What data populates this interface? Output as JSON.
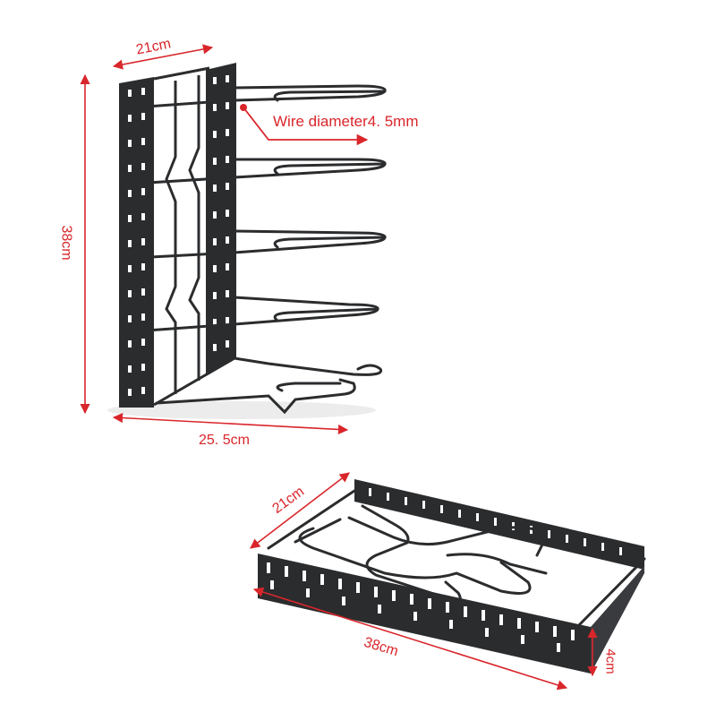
{
  "colors": {
    "annotation": "#d9262b",
    "rack": "#2b2c2e",
    "rack_highlight": "#5a5c60",
    "background": "#ffffff"
  },
  "upright_rack": {
    "width_label": "21cm",
    "height_label": "38cm",
    "depth_label": "25. 5cm",
    "wire_label": "Wire diameter4. 5mm"
  },
  "flat_rack": {
    "width_label": "21cm",
    "length_label": "38cm",
    "height_label": "4cm"
  }
}
